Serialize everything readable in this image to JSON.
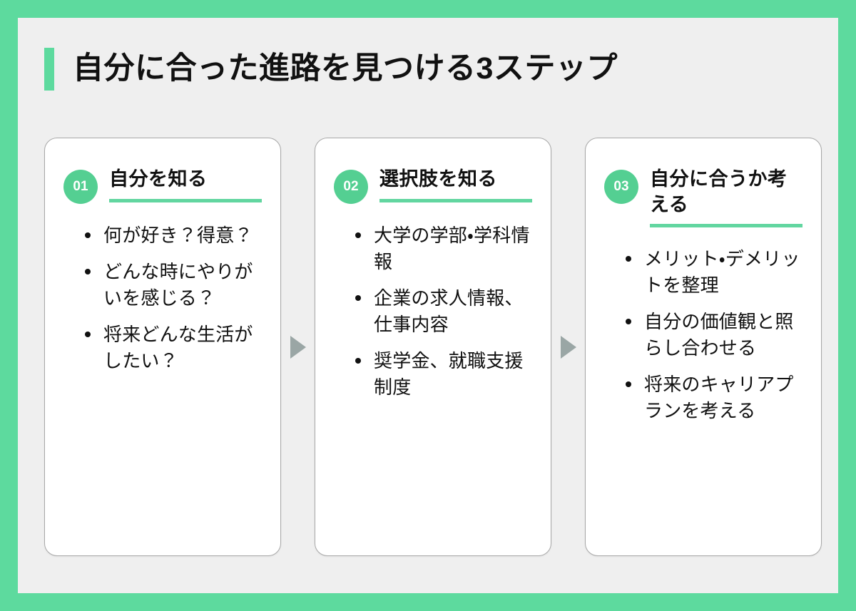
{
  "theme": {
    "frame_color": "#5DDA9E",
    "canvas_color": "#EFEFEF",
    "accent_color": "#54CF92",
    "underline_color": "#62D6A0",
    "text_color": "#111111",
    "arrow_color": "#9AA6A5",
    "card_background": "#FFFFFF"
  },
  "header": {
    "title": "自分に合った進路を見つける3ステップ"
  },
  "steps": [
    {
      "number": "01",
      "title": "自分を知る",
      "bullets": [
        "何が好き？得意？",
        "どんな時にやりがいを感じる？",
        "将来どんな生活がしたい？"
      ]
    },
    {
      "number": "02",
      "title": "選択肢を知る",
      "bullets": [
        "大学の学部・学科情報",
        "企業の求人情報、仕事内容",
        "奨学金、就職支援制度"
      ]
    },
    {
      "number": "03",
      "title": "自分に合うか考える",
      "bullets": [
        "メリット・デメリットを整理",
        "自分の価値観と照らし合わせる",
        "将来のキャリアプランを考える"
      ]
    }
  ],
  "connectors": [
    {
      "icon": "arrow-right-icon"
    },
    {
      "icon": "arrow-right-icon"
    }
  ]
}
